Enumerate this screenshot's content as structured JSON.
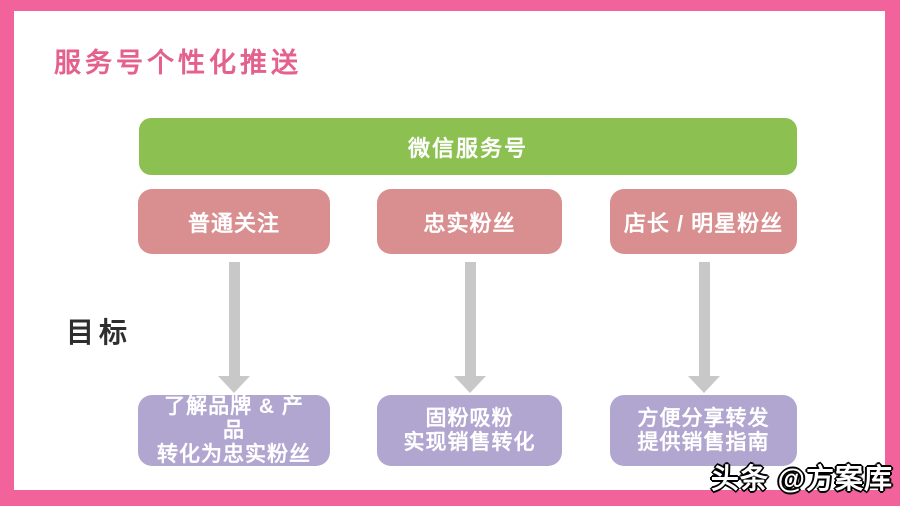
{
  "slide": {
    "title": "服务号个性化推送",
    "goal_label": "目标",
    "watermark": "头条 @方案库"
  },
  "diagram": {
    "root": {
      "label": "微信服务号"
    },
    "audience_tiers": [
      {
        "label": "普通关注"
      },
      {
        "label": "忠实粉丝"
      },
      {
        "label": "店长 / 明星粉丝"
      }
    ],
    "goals": [
      {
        "lines": [
          "了解品牌 & 产",
          "品",
          "转化为忠实粉丝"
        ]
      },
      {
        "lines": [
          "固粉吸粉",
          "实现销售转化"
        ]
      },
      {
        "lines": [
          "方便分享转发",
          "提供销售指南"
        ]
      }
    ]
  },
  "colors": {
    "frame": "#F2629B",
    "canvas": "#FFFFFF",
    "title": "#E4618E",
    "root-box": "#8CC152",
    "tier-box": "#D98F8F",
    "goal-box": "#B1A6CF",
    "arrow": "#C8C8C8",
    "box-text": "#FFFFFF",
    "goal-label": "#2E2E2E",
    "watermark-fill": "#FFFFFF",
    "watermark-outline": "#000000"
  }
}
